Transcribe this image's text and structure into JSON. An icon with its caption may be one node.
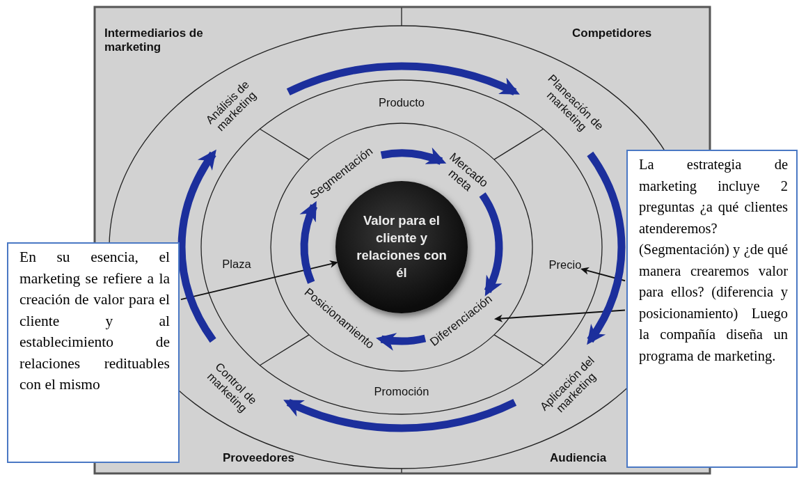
{
  "diagram": {
    "nodes": [
      {
        "text": [
          "Análisis de marketing"
        ]
      },
      {
        "text": [
          "Planeación de marketing"
        ]
      },
      {
        "text": [
          "Segmentación"
        ]
      },
      {
        "text": [
          "Mercado meta"
        ]
      },
      {
        "text": [
          "Valor para el cliente y relaciones con él"
        ]
      },
      {
        "text": [
          "Precio"
        ]
      },
      {
        "text": [
          "Diferenciación"
        ]
      },
      {
        "text": [
          "Posicionamiento"
        ]
      },
      {
        "text": [
          "En su esencia, el marketing se refiere a la creación de valor para el cliente y al establecimiento de relaciones redituables con el mismo"
        ]
      },
      {
        "text": [
          "La estrategia de marketing incluye 2 preguntas ¿a qué clientes atenderemos? (Segmentación) y ¿de qué manera crearemos valor para ellos? (diferencia y posicionamiento) Luego la compañía diseña un programa de marketing."
        ]
      },
      {
        "text": [
          "Control de marketing"
        ]
      },
      {
        "text": [
          "Aplicación del marketing"
        ]
      }
    ],
    "edges": [
      {
        "from": 8,
        "to": 4,
        "arrow": "to",
        "color": "#111111"
      },
      {
        "from": 9,
        "to": 5,
        "arrow": "to",
        "color": "#111111"
      },
      {
        "from": 9,
        "to": 6,
        "arrow": "to",
        "color": "#111111"
      },
      {
        "from": 2,
        "to": 3,
        "arrow": "to"
      },
      {
        "from": 3,
        "to": 6,
        "arrow": "to"
      },
      {
        "from": 6,
        "to": 7,
        "arrow": "to"
      },
      {
        "from": 7,
        "to": 2,
        "arrow": "to"
      },
      {
        "from": 0,
        "to": 1,
        "arrow": "to"
      },
      {
        "from": 1,
        "to": 11,
        "arrow": "to"
      },
      {
        "from": 11,
        "to": 10,
        "arrow": "to"
      },
      {
        "from": 10,
        "to": 0,
        "arrow": "to"
      }
    ],
    "labels": [
      "Intermediarios de marketing",
      "Competidores",
      "Producto",
      "Plaza",
      "Promoción",
      "Proveedores",
      "Audiencia"
    ]
  }
}
